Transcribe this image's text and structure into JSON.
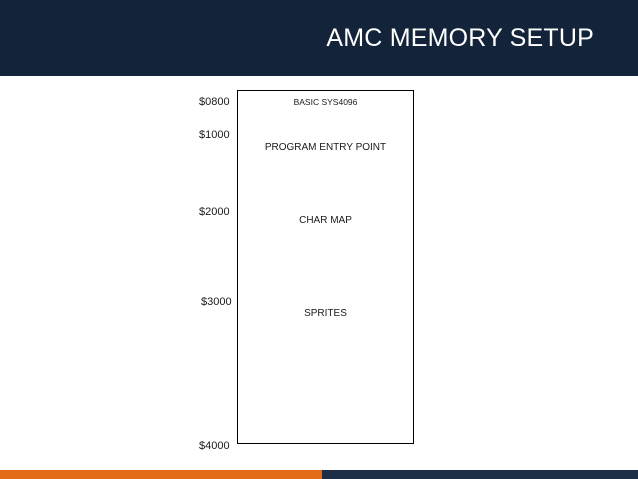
{
  "header": {
    "title": "AMC MEMORY SETUP"
  },
  "memory_map": {
    "addresses": [
      "$0800",
      "$1000",
      "$2000",
      "$3000",
      "$4000"
    ],
    "regions": [
      "BASIC SYS4096",
      "PROGRAM ENTRY POINT",
      "CHAR MAP",
      "SPRITES"
    ]
  },
  "colors": {
    "header_bg": "#13243a",
    "footer_left": "#e36c18",
    "footer_right": "#1c2f47"
  }
}
